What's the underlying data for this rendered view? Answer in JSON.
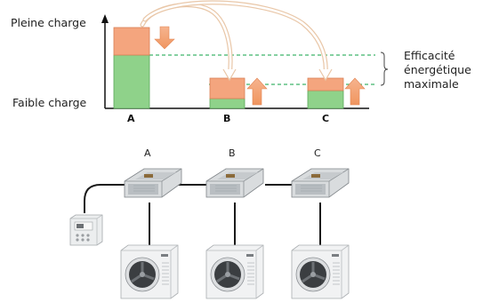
{
  "axis": {
    "top_label": "Pleine charge",
    "bottom_label": "Faible charge"
  },
  "efficiency": {
    "line1": "Efficacité",
    "line2": "énergétique",
    "line3": "maximale"
  },
  "chart_letters": [
    "A",
    "B",
    "C"
  ],
  "system_letters": [
    "A",
    "B",
    "C"
  ],
  "colors": {
    "load_green": "#8fd28a",
    "load_orange": "#f4a57e",
    "arrow_orange": "#f3a175",
    "dashed_line": "#3fb36a",
    "cable": "#1a1a1a"
  },
  "icons": [
    "indoor-unit-icon",
    "outdoor-unit-icon",
    "remote-controller-icon"
  ]
}
